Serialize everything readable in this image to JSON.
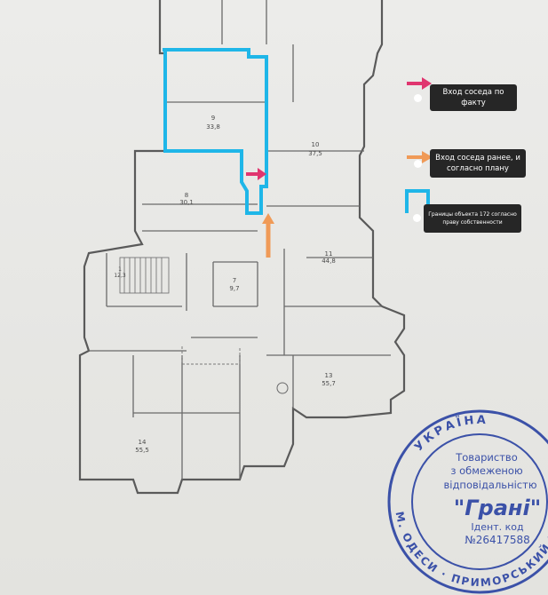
{
  "legend": {
    "neighbor_entrance_fact": "Вход соседа по факту",
    "neighbor_entrance_plan": "Вход соседа ранее, и согласно плану",
    "object_boundaries": "Границы объекта 172 согласно праву собственности"
  },
  "colors": {
    "fact_arrow": "#e0356f",
    "plan_arrow": "#f09a57",
    "boundary": "#1fb6e8",
    "stamp_ink": "#3b51a8"
  },
  "stamp": {
    "ring_top": "УКРАЇНА",
    "ring_bottom": "М. ОДЕСИ · ПРИМОРСЬКИЙ РАЙОН · М. ОДЕСИ",
    "line1": "Товариство",
    "line2": "з обмеженою",
    "line3": "відповідальністю",
    "name": "\"Грані\"",
    "code_label": "Ідент. код",
    "code": "№26417588"
  },
  "plan_labels": {
    "room_9": "9",
    "room_9_area": "33,8",
    "room_8": "8",
    "room_8_area": "30,1",
    "room_10": "10",
    "room_10_area": "37,5",
    "room_11": "11",
    "room_11_area": "44,8",
    "room_7": "7",
    "room_7_area": "9,7",
    "room_13": "13",
    "room_13_area": "55,7",
    "room_14": "14",
    "room_14_area": "55,5",
    "room_1": "1",
    "room_1_area": "12,3"
  }
}
